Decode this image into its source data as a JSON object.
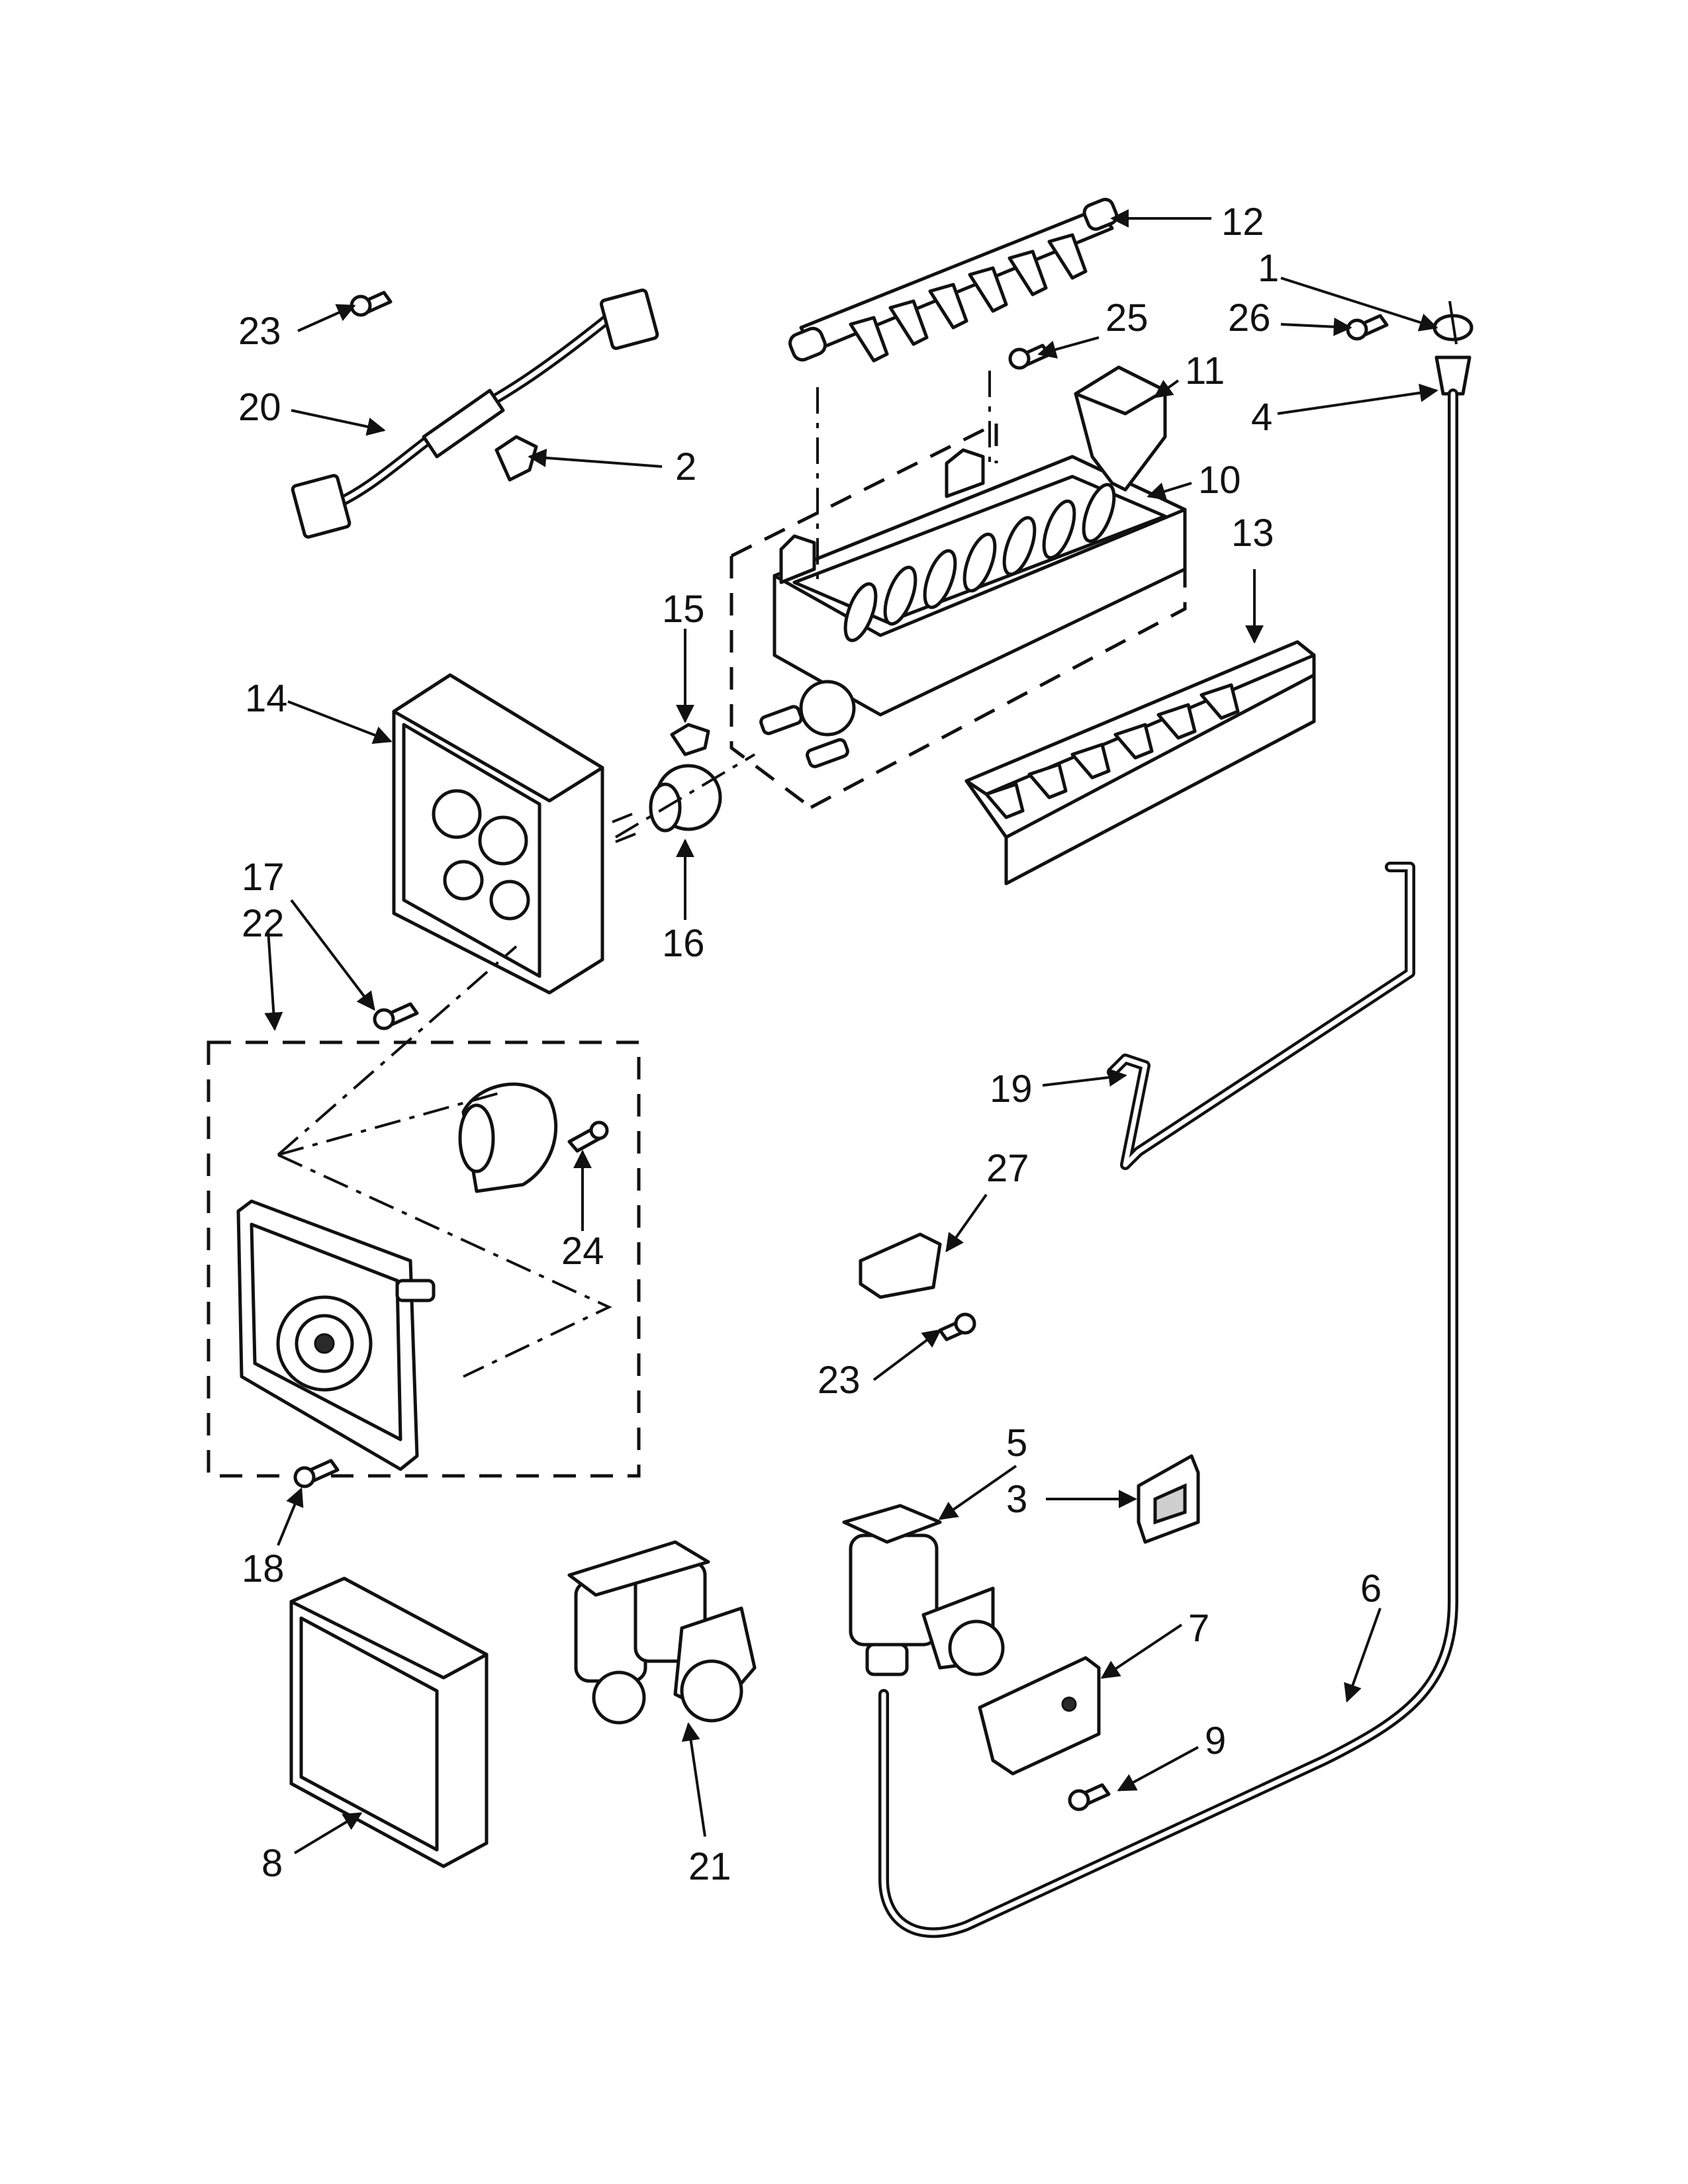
{
  "callouts": {
    "c1": "1",
    "c2": "2",
    "c3": "3",
    "c4": "4",
    "c5": "5",
    "c6": "6",
    "c7": "7",
    "c8": "8",
    "c9": "9",
    "c10": "10",
    "c11": "11",
    "c12": "12",
    "c13": "13",
    "c14": "14",
    "c15": "15",
    "c16": "16",
    "c17": "17",
    "c18": "18",
    "c19": "19",
    "c20": "20",
    "c21": "21",
    "c22": "22",
    "c23a": "23",
    "c23b": "23",
    "c24": "24",
    "c25": "25",
    "c26": "26",
    "c27": "27"
  }
}
